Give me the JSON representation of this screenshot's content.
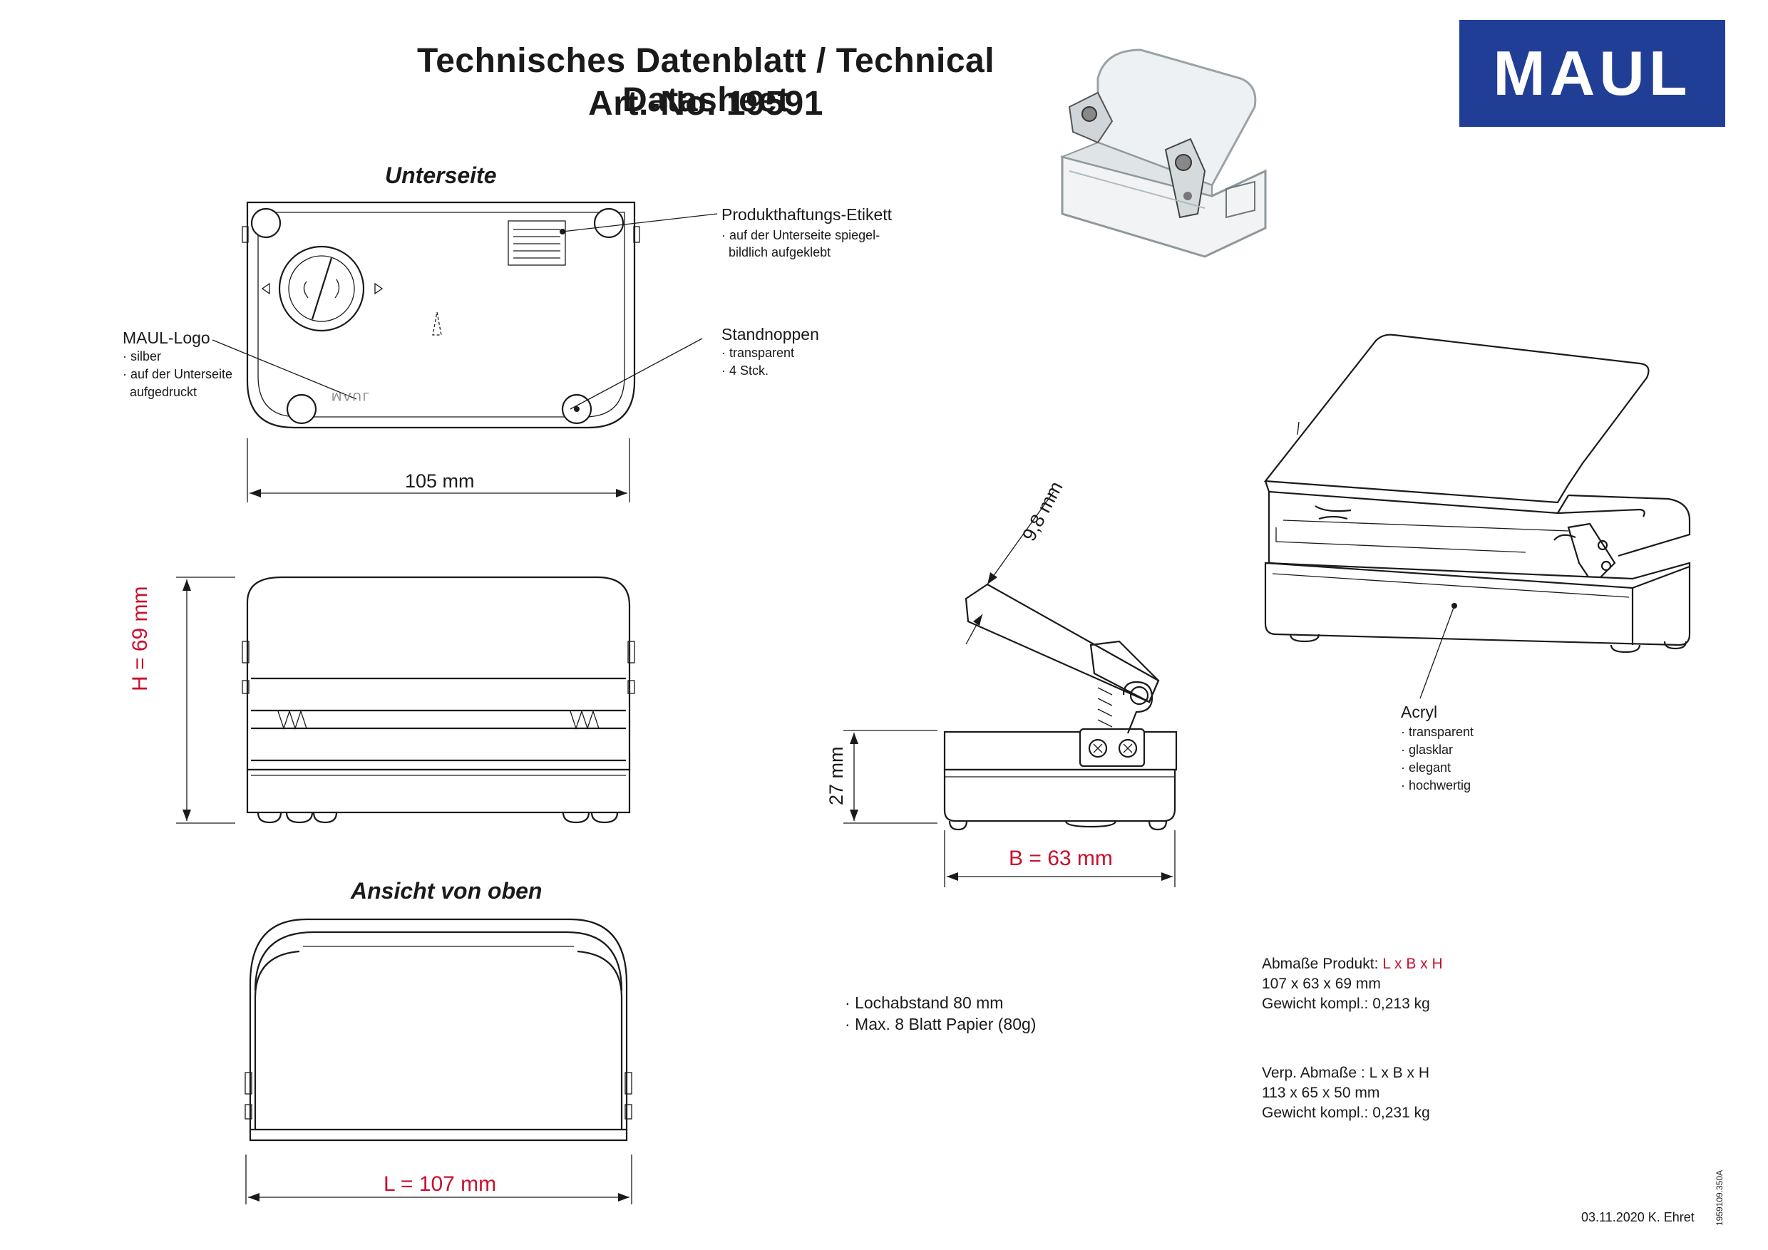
{
  "header": {
    "title_line1": "Technisches Datenblatt / Technical Datasheet",
    "title_line2": "Art.-No. 19591",
    "brand": "MAUL"
  },
  "sections": {
    "bottom_view": "Unterseite",
    "top_view": "Ansicht von oben"
  },
  "callouts": {
    "label_title": "Produkthaftungs-Etikett",
    "label_note1": "· auf der Unterseite spiegel-",
    "label_note2": "bildlich aufgeklebt",
    "logo_title": "MAUL-Logo",
    "logo_note1": "· silber",
    "logo_note2": "· auf der Unterseite",
    "logo_note3": "aufgedruckt",
    "feet_title": "Standnoppen",
    "feet_note1": "· transparent",
    "feet_note2": "· 4 Stck.",
    "acryl_title": "Acryl",
    "acryl_note1": "· transparent",
    "acryl_note2": "· glasklar",
    "acryl_note3": "· elegant",
    "acryl_note4": "· hochwertig",
    "mirror_logo": "MAUL"
  },
  "dimensions": {
    "width_105": "105 mm",
    "height": "H = 69 mm",
    "height_27": "27 mm",
    "depth": "B = 63 mm",
    "open_gap": "9,8 mm",
    "length": "L = 107 mm"
  },
  "features": [
    "· Lochabstand 80 mm",
    "· Max. 8 Blatt Papier (80g)"
  ],
  "specs": {
    "product_label": "Abmaße Produkt: ",
    "product_lbh": "L x B x H",
    "product_dims": "107 x 63 x 69 mm",
    "product_weight": "Gewicht kompl.: 0,213 kg",
    "pack_label": "Verp. Abmaße  : L x B x H",
    "pack_dims": "113 x 65 x 50 mm",
    "pack_weight": "Gewicht kompl.: 0,231 kg"
  },
  "footer": {
    "date_author": "03.11.2020  K. Ehret",
    "doc_code": "1959109.350A"
  },
  "colors": {
    "brand_blue": "#213e97",
    "dimension_red": "#c8102e"
  }
}
